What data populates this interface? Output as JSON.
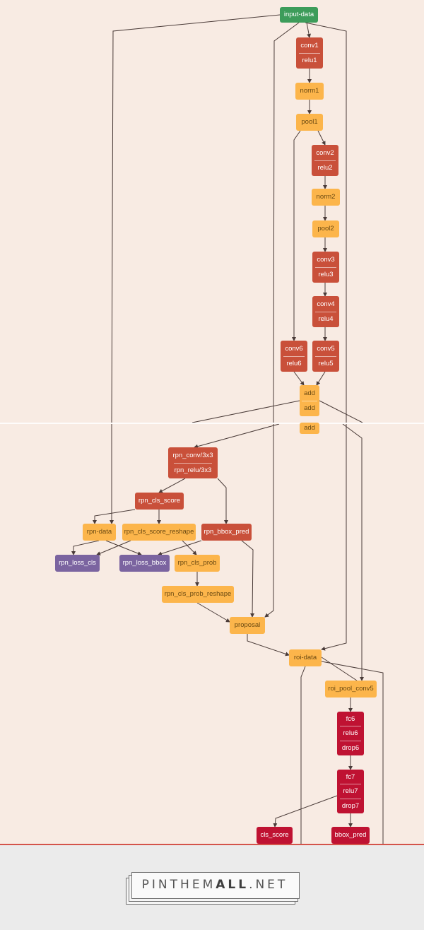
{
  "colors": {
    "background": "#f8ebe3",
    "layer": "#c9503a",
    "fc_layer": "#bf1232",
    "data": "#fcb54b",
    "loss": "#7b64a0",
    "input": "#3d9c5a",
    "edge": "#4a3b38",
    "footer_rule": "#d4534a"
  },
  "nodes": [
    {
      "id": "input-data",
      "kind": "input",
      "labels": [
        "input-data"
      ]
    },
    {
      "id": "conv1",
      "kind": "layer",
      "labels": [
        "conv1",
        "relu1"
      ]
    },
    {
      "id": "norm1",
      "kind": "data",
      "labels": [
        "norm1"
      ]
    },
    {
      "id": "pool1",
      "kind": "data",
      "labels": [
        "pool1"
      ]
    },
    {
      "id": "conv2",
      "kind": "layer",
      "labels": [
        "conv2",
        "relu2"
      ]
    },
    {
      "id": "norm2",
      "kind": "data",
      "labels": [
        "norm2"
      ]
    },
    {
      "id": "pool2",
      "kind": "data",
      "labels": [
        "pool2"
      ]
    },
    {
      "id": "conv3",
      "kind": "layer",
      "labels": [
        "conv3",
        "relu3"
      ]
    },
    {
      "id": "conv4",
      "kind": "layer",
      "labels": [
        "conv4",
        "relu4"
      ]
    },
    {
      "id": "conv6",
      "kind": "layer",
      "labels": [
        "conv6",
        "relu6"
      ]
    },
    {
      "id": "conv5",
      "kind": "layer",
      "labels": [
        "conv5",
        "relu5"
      ]
    },
    {
      "id": "add-top",
      "kind": "data",
      "labels": [
        "add",
        "add"
      ]
    },
    {
      "id": "add-cut",
      "kind": "data",
      "labels": [
        "add"
      ]
    },
    {
      "id": "rpn_conv",
      "kind": "layer",
      "labels": [
        "rpn_conv/3x3",
        "rpn_relu/3x3"
      ]
    },
    {
      "id": "rpn_cls_score",
      "kind": "layer",
      "labels": [
        "rpn_cls_score"
      ]
    },
    {
      "id": "rpn-data",
      "kind": "data",
      "labels": [
        "rpn-data"
      ]
    },
    {
      "id": "rpn_cls_score_reshape",
      "kind": "data",
      "labels": [
        "rpn_cls_score_reshape"
      ]
    },
    {
      "id": "rpn_bbox_pred",
      "kind": "layer",
      "labels": [
        "rpn_bbox_pred"
      ]
    },
    {
      "id": "rpn_loss_cls",
      "kind": "loss",
      "labels": [
        "rpn_loss_cls"
      ]
    },
    {
      "id": "rpn_loss_bbox",
      "kind": "loss",
      "labels": [
        "rpn_loss_bbox"
      ]
    },
    {
      "id": "rpn_cls_prob",
      "kind": "data",
      "labels": [
        "rpn_cls_prob"
      ]
    },
    {
      "id": "rpn_cls_prob_reshape",
      "kind": "data",
      "labels": [
        "rpn_cls_prob_reshape"
      ]
    },
    {
      "id": "proposal",
      "kind": "data",
      "labels": [
        "proposal"
      ]
    },
    {
      "id": "roi-data",
      "kind": "data",
      "labels": [
        "roi-data"
      ]
    },
    {
      "id": "roi_pool_conv5",
      "kind": "data",
      "labels": [
        "roi_pool_conv5"
      ]
    },
    {
      "id": "fc6",
      "kind": "fc_layer",
      "labels": [
        "fc6",
        "relu6",
        "drop6"
      ]
    },
    {
      "id": "fc7",
      "kind": "fc_layer",
      "labels": [
        "fc7",
        "relu7",
        "drop7"
      ]
    },
    {
      "id": "cls_score",
      "kind": "fc_layer",
      "labels": [
        "cls_score"
      ]
    },
    {
      "id": "bbox_pred",
      "kind": "fc_layer",
      "labels": [
        "bbox_pred"
      ]
    }
  ],
  "footer": {
    "brand_light_1": "PIN",
    "brand_light_2": "THEM",
    "brand_bold": "ALL",
    "brand_tail": ".NET"
  }
}
